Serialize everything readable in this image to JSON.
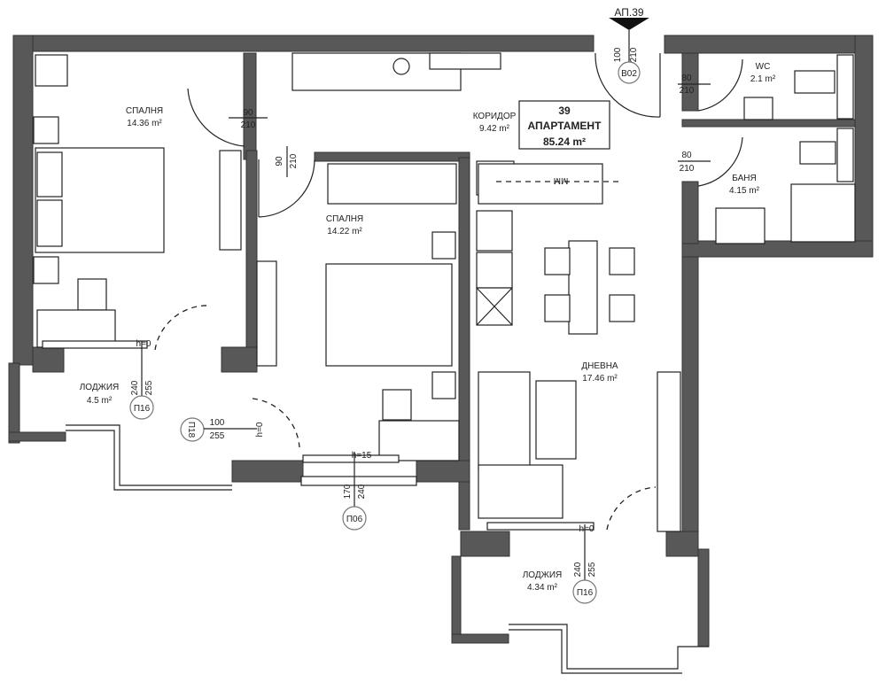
{
  "apartment": {
    "marker": "АП.39",
    "number": "39",
    "label": "АПАРТАМЕНТ",
    "area": "85.24 m²"
  },
  "rooms": {
    "bedroom1": {
      "name": "СПАЛНЯ",
      "area": "14.36 m²"
    },
    "bedroom2": {
      "name": "СПАЛНЯ",
      "area": "14.22 m²"
    },
    "corridor": {
      "name": "КОРИДОР",
      "area": "9.42 m²"
    },
    "wc": {
      "name": "WC",
      "area": "2.1 m²"
    },
    "bath": {
      "name": "БАНЯ",
      "area": "4.15 m²"
    },
    "living": {
      "name": "ДНЕВНА",
      "area": "17.46 m²"
    },
    "loggia1": {
      "name": "ЛОДЖИЯ",
      "area": "4.5 m²"
    },
    "loggia2": {
      "name": "ЛОДЖИЯ",
      "area": "4.34 m²"
    }
  },
  "doors": {
    "entrance": {
      "code": "В02",
      "w": "100",
      "h": "210"
    },
    "bedroom1": {
      "w": "90",
      "h": "210"
    },
    "bedroom2": {
      "w": "90",
      "h": "210"
    },
    "wc": {
      "w": "80",
      "h": "210"
    },
    "bath": {
      "w": "80",
      "h": "210"
    },
    "loggia_door": {
      "code": "П18",
      "w": "100",
      "h": "255",
      "sill": "h=0"
    }
  },
  "windows": {
    "bedroom1": {
      "code": "П16",
      "w": "240",
      "h": "255",
      "sill": "h=0"
    },
    "bedroom2": {
      "code": "П06",
      "w": "170",
      "h": "240",
      "sill": "h=15"
    },
    "living": {
      "code": "П16",
      "w": "240",
      "h": "255",
      "sill": "h=0"
    }
  },
  "kitchen": {
    "hood_label": "ММ"
  },
  "colors": {
    "wall": "#585858",
    "line": "#222222"
  }
}
